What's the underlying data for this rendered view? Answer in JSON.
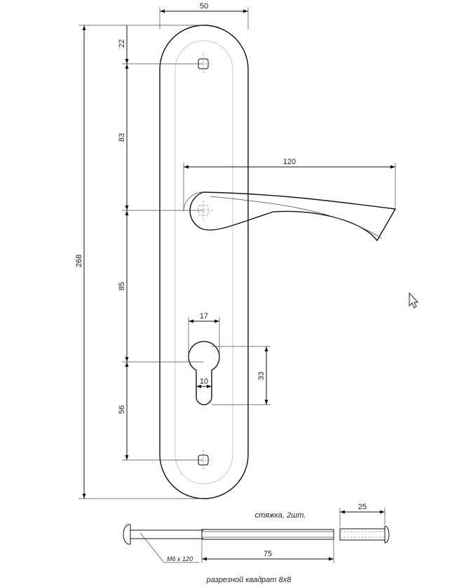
{
  "dimensions": {
    "plate_width": "50",
    "top_to_hole": "22",
    "hole_to_handle": "83",
    "handle_to_cylinder": "85",
    "cylinder_to_hole": "56",
    "total_height": "268",
    "lever_length": "120",
    "cylinder_width": "17",
    "cylinder_slot": "10",
    "cylinder_height": "33",
    "tie_length": "75",
    "spindle_length": "25"
  },
  "notes": {
    "tie": "стяжка, 2шт.",
    "bolt": "M6 x 120",
    "spindle": "разрезной квадрат 8х8"
  },
  "cursor": "arrow-cursor-icon"
}
